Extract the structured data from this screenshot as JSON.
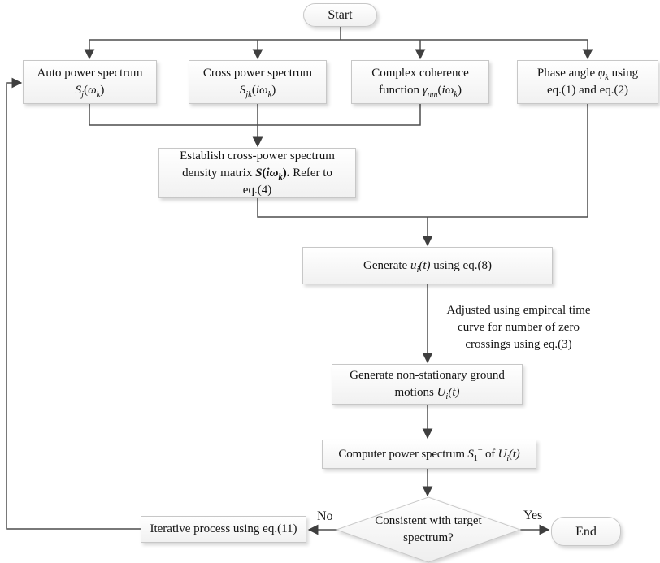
{
  "colors": {
    "connector": "#4d4d4d",
    "arrowhead": "#3f3f3f",
    "box_border": "#c7c7c7",
    "box_fill_top": "#ffffff",
    "box_fill_bottom": "#f1f1f1",
    "text": "#141414"
  },
  "nodes": {
    "start": {
      "label": "Start"
    },
    "auto_power": {
      "line1": "Auto power spectrum",
      "formula": [
        {
          "t": "S",
          "s": "i"
        },
        {
          "t": "j",
          "s": "i sub"
        },
        {
          "t": "(",
          "s": ""
        },
        {
          "t": "ω",
          "s": "i"
        },
        {
          "t": "k",
          "s": "i sub"
        },
        {
          "t": ")",
          "s": ""
        }
      ]
    },
    "cross_power": {
      "line1": "Cross power spectrum",
      "formula": [
        {
          "t": "S",
          "s": "i"
        },
        {
          "t": "jk",
          "s": "i sub"
        },
        {
          "t": "(",
          "s": ""
        },
        {
          "t": "iω",
          "s": "i"
        },
        {
          "t": "k",
          "s": "i sub"
        },
        {
          "t": ")",
          "s": ""
        }
      ]
    },
    "coherence": {
      "line1": "Complex coherence",
      "formula": [
        {
          "t": "function ",
          "s": ""
        },
        {
          "t": "γ",
          "s": "i"
        },
        {
          "t": "nm",
          "s": "i sub"
        },
        {
          "t": "(",
          "s": ""
        },
        {
          "t": "iω",
          "s": "i"
        },
        {
          "t": "k",
          "s": "i sub"
        },
        {
          "t": ")",
          "s": ""
        }
      ]
    },
    "phase": {
      "line1_rich": [
        {
          "t": "Phase angle ",
          "s": ""
        },
        {
          "t": "φ",
          "s": "i"
        },
        {
          "t": "k",
          "s": "i sub"
        },
        {
          "t": " using",
          "s": ""
        }
      ],
      "line2": "eq.(1) and eq.(2)"
    },
    "establish": {
      "line1": "Establish cross-power spectrum",
      "line2_rich": [
        {
          "t": "density matrix ",
          "s": ""
        },
        {
          "t": "S",
          "s": "bi"
        },
        {
          "t": "(",
          "s": "b"
        },
        {
          "t": "iω",
          "s": "bi"
        },
        {
          "t": "k",
          "s": "bi sub"
        },
        {
          "t": ").",
          "s": "b"
        },
        {
          "t": " Refer to",
          "s": ""
        }
      ],
      "line3": "eq.(4)"
    },
    "generate_u": {
      "rich": [
        {
          "t": "Generate ",
          "s": ""
        },
        {
          "t": "u",
          "s": "i"
        },
        {
          "t": "i",
          "s": "i sub"
        },
        {
          "t": "(t)",
          "s": "i"
        },
        {
          "t": " using eq.(8)",
          "s": ""
        }
      ]
    },
    "annotation": {
      "line1": "Adjusted using empircal time",
      "line2": "curve for number of zero",
      "line3": "crossings using eq.(3)"
    },
    "generate_ground": {
      "line1": "Generate non-stationary ground",
      "line2_rich": [
        {
          "t": "motions ",
          "s": ""
        },
        {
          "t": "U",
          "s": "i"
        },
        {
          "t": "i",
          "s": "i sub"
        },
        {
          "t": "(t)",
          "s": "i"
        }
      ]
    },
    "compute_spectrum": {
      "rich": [
        {
          "t": "Computer power spectrum ",
          "s": ""
        },
        {
          "t": "S",
          "s": "i"
        },
        {
          "t": "1",
          "s": "sub"
        },
        {
          "t": "−",
          "s": "sup"
        },
        {
          "t": " of ",
          "s": ""
        },
        {
          "t": "U",
          "s": "i"
        },
        {
          "t": "i",
          "s": "i sub"
        },
        {
          "t": "(t)",
          "s": "i"
        }
      ]
    },
    "decision": {
      "line1": "Consistent with target",
      "line2": "spectrum?"
    },
    "iterative": {
      "label": "Iterative process using eq.(11)"
    },
    "end": {
      "label": "End"
    }
  },
  "edge_labels": {
    "no": "No",
    "yes": "Yes"
  }
}
